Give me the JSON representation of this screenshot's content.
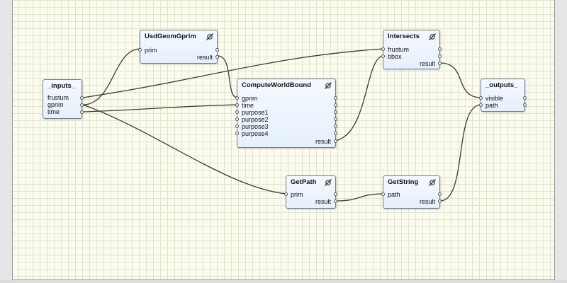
{
  "nodes": {
    "inputs": {
      "title": "_inputs_",
      "outputs": [
        "frustum",
        "gprim",
        "time"
      ]
    },
    "usdgeomgprim": {
      "title": "UsdGeomGprim",
      "inputs": [
        "prim"
      ],
      "output": "result"
    },
    "computeworldbound": {
      "title": "ComputeWorldBound",
      "inputs": [
        "gprim",
        "time",
        "purpose1",
        "purpose2",
        "purpose3",
        "purpose4"
      ],
      "output": "result"
    },
    "intersects": {
      "title": "Intersects",
      "inputs": [
        "frustum",
        "bbox"
      ],
      "output": "result"
    },
    "outputs": {
      "title": "_outputs_",
      "inputs": [
        "visible",
        "path"
      ]
    },
    "getpath": {
      "title": "GetPath",
      "inputs": [
        "prim"
      ],
      "output": "result"
    },
    "getstring": {
      "title": "GetString",
      "inputs": [
        "path"
      ],
      "output": "result"
    }
  },
  "colors": {
    "canvas": "#fbfbee",
    "grid": "#e2e3cf",
    "node_fill": "#eaf2fc",
    "node_border": "#6f7f91",
    "wire": "#3a3a3a"
  },
  "icons": {
    "node_action": "pin-slash-icon"
  }
}
